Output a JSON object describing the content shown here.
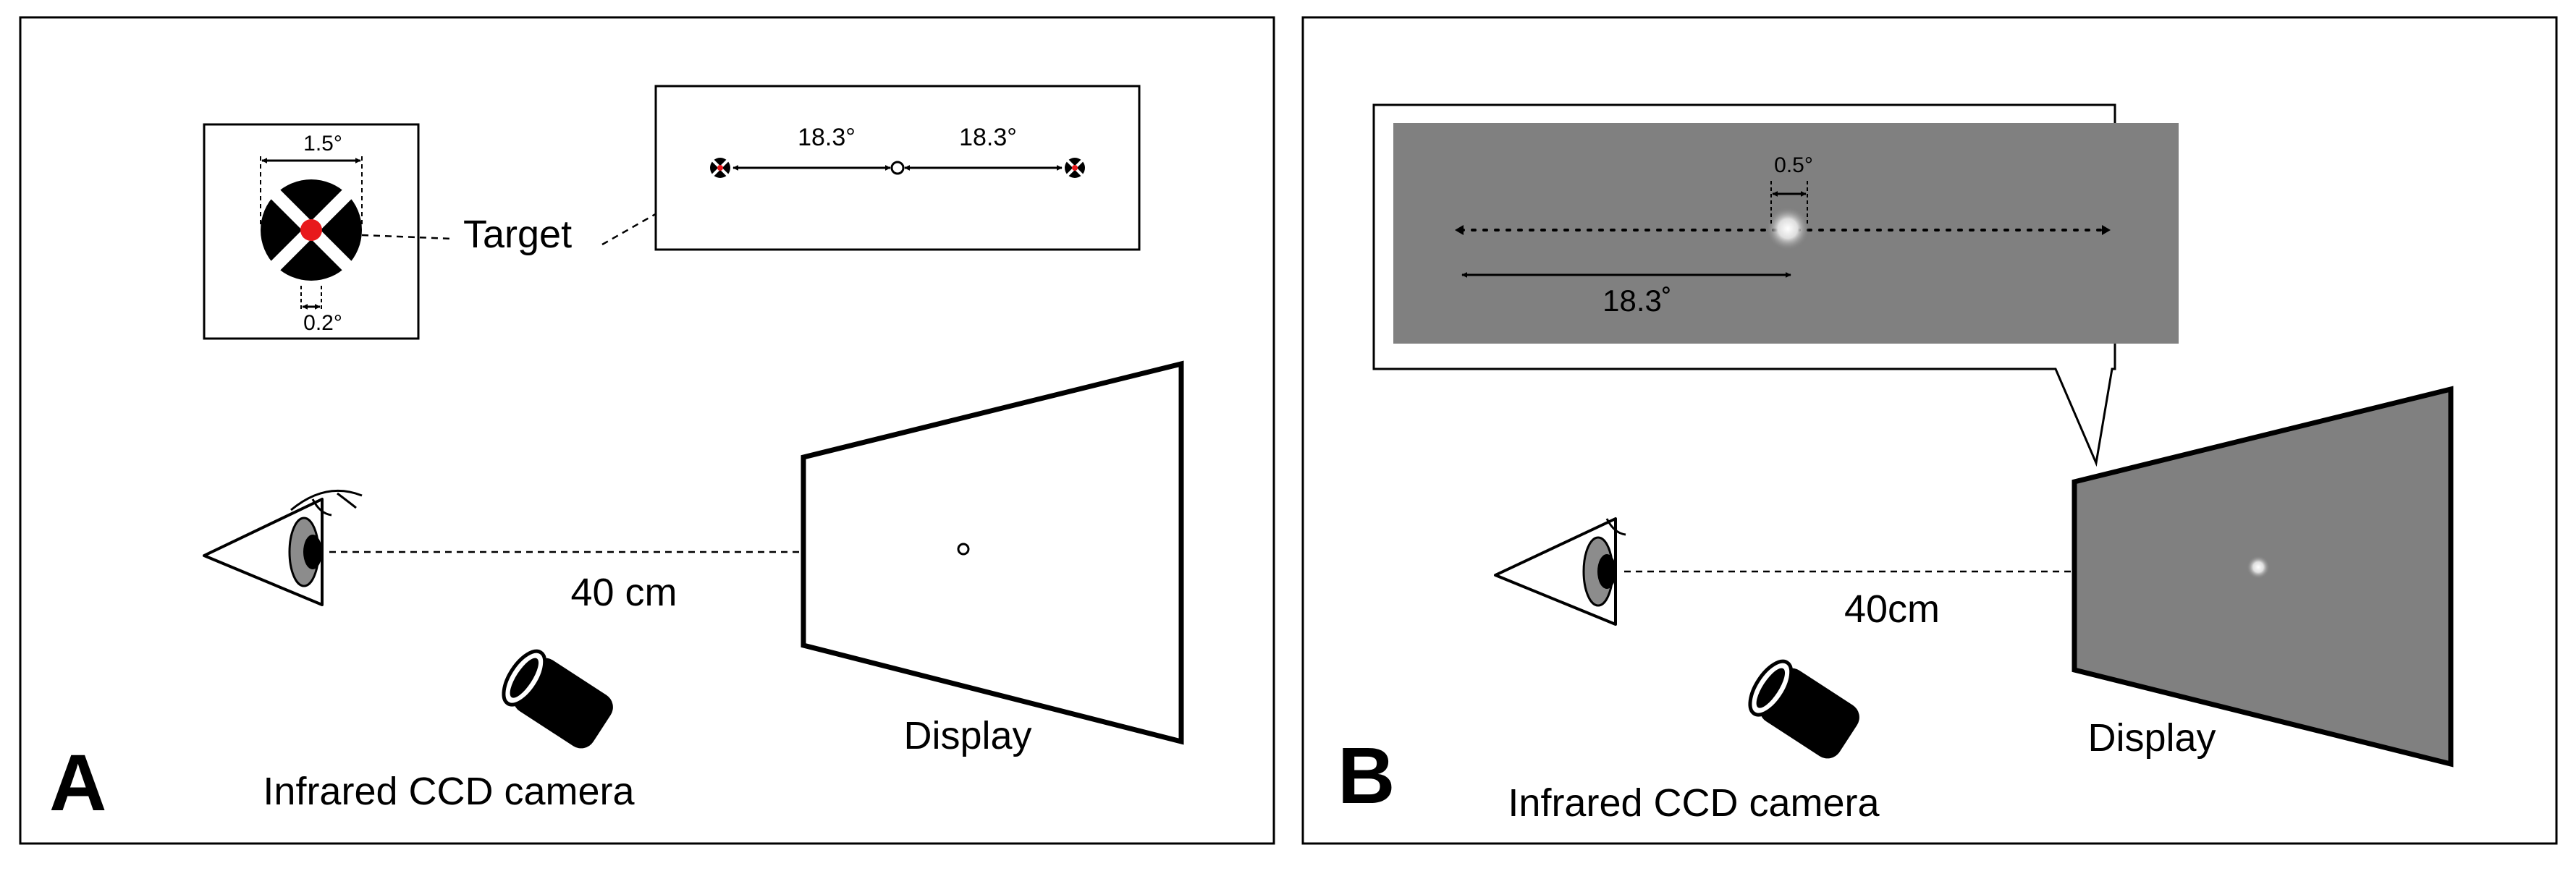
{
  "panel_a": {
    "letter": "A",
    "target_label": "Target",
    "target_size_label": "1.5°",
    "center_dot_label": "0.2°",
    "left_eccentricity_label": "18.3°",
    "right_eccentricity_label": "18.3°",
    "distance_label": "40 cm",
    "display_label": "Display",
    "camera_label": "Infrared CCD camera"
  },
  "panel_b": {
    "letter": "B",
    "stimulus_size_label": "0.5°",
    "eccentricity_label": "18.3˚",
    "distance_label": "40cm",
    "display_label": "Display",
    "camera_label": "Infrared CCD camera"
  },
  "colors": {
    "target_center": "#e8191c",
    "display_gray": "#808080",
    "iris_gray": "#8c8c8c",
    "stroke": "#000000"
  }
}
